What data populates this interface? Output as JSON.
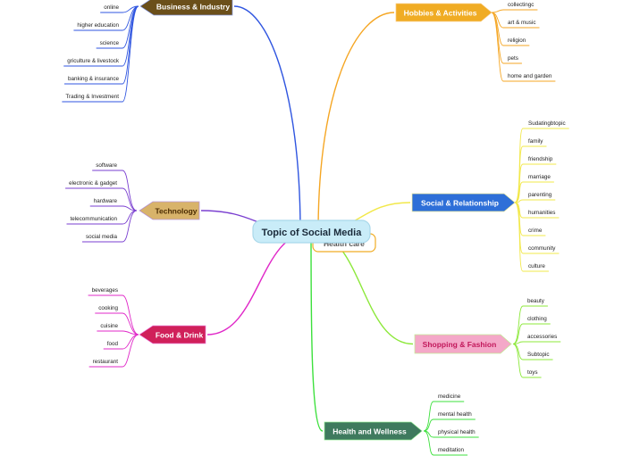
{
  "center": {
    "label": "Topic of Social Media",
    "hidden_label": "Health care"
  },
  "branches": [
    {
      "key": "business",
      "label": "Business &  Industry",
      "color": "#2f55e0",
      "node_fill": "#6b4f1a",
      "text_color": "#ffffff",
      "items": [
        "online",
        "higher education",
        "science",
        "griculture & livestock",
        "banking & insurance",
        "Trading & Investment"
      ]
    },
    {
      "key": "technology",
      "label": "Technology",
      "color": "#7a3fd0",
      "node_fill": "#d8b36a",
      "text_color": "#4a2a00",
      "items": [
        "software",
        "electronic & gadget",
        "hardware",
        "telecommunication",
        "social media"
      ]
    },
    {
      "key": "food",
      "label": "Food &  Drink",
      "color": "#e028c8",
      "node_fill": "#d0205a",
      "text_color": "#ffffff",
      "items": [
        "beverages",
        "cooking",
        "cuisine",
        "food",
        "restaurant"
      ]
    },
    {
      "key": "hobbies",
      "label": "Hobbies & Activities",
      "color": "#f5a623",
      "node_fill": "#f0ac24",
      "text_color": "#ffffff",
      "items": [
        "collectingc",
        "art & music",
        "religion",
        "pets",
        "home and garden"
      ]
    },
    {
      "key": "social",
      "label": "Social & Relationship",
      "color": "#f2e84a",
      "node_fill": "#2e6fd8",
      "text_color": "#ffffff",
      "items": [
        "Sudatingbtopic",
        "family",
        "friendship",
        "marriage",
        "parenting",
        "humanities",
        "crime",
        "community",
        "culture"
      ]
    },
    {
      "key": "shopping",
      "label": "Shopping  & Fashion",
      "color": "#8ce83a",
      "node_fill": "#f4a8c8",
      "text_color": "#c2185b",
      "items": [
        "beauty",
        "clothing",
        "accessories",
        "Subtopic",
        "toys"
      ]
    },
    {
      "key": "health",
      "label": "Health and Wellness",
      "color": "#3ce03c",
      "node_fill": "#3f7a5e",
      "text_color": "#ffffff",
      "items": [
        "medicine",
        "mental health",
        "physical health",
        "meditation"
      ]
    }
  ]
}
